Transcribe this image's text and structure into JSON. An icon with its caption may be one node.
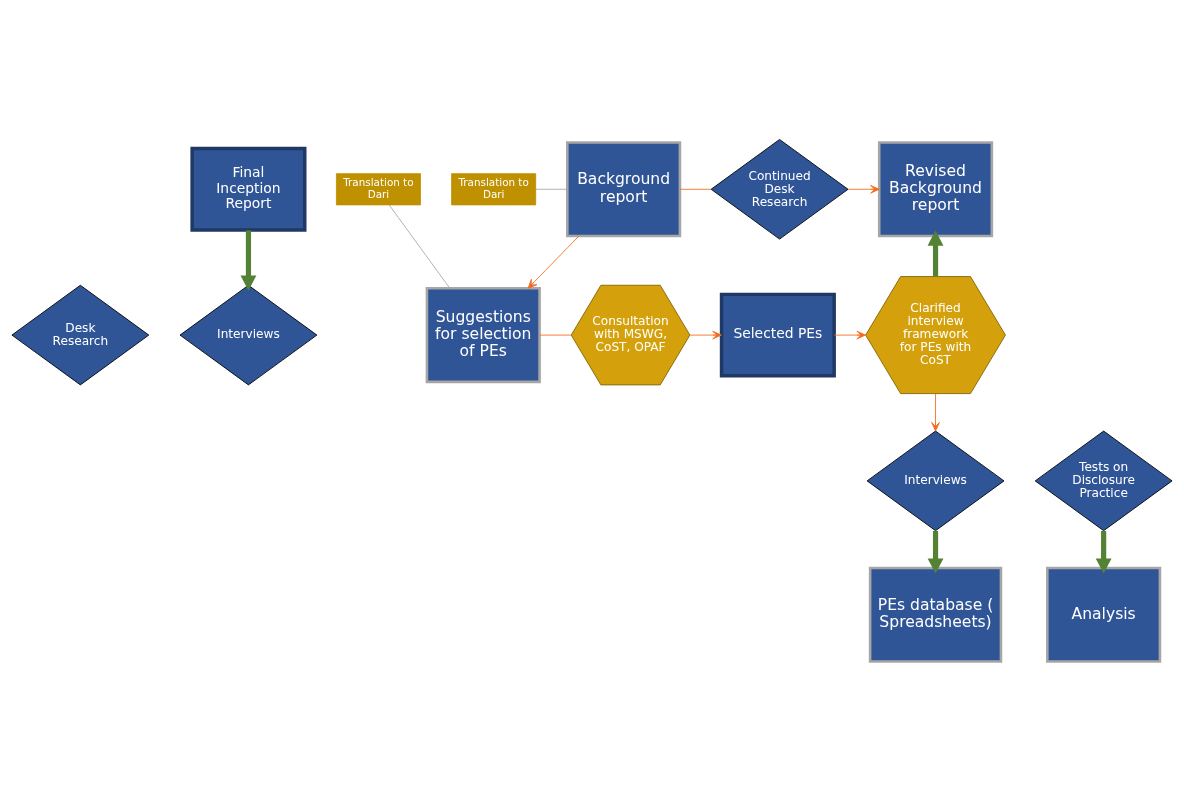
{
  "diagram": {
    "nodes": [
      {
        "text": [
          "Desk Research"
        ]
      },
      {
        "text": [
          "Interviews"
        ]
      },
      {
        "text": [
          "Final Inception Report"
        ]
      },
      {
        "text": [
          "Background report"
        ]
      },
      {
        "text": [
          "Translation to Dari"
        ]
      },
      {
        "text": [
          "Continued Desk Research"
        ]
      },
      {
        "text": [
          "Revised Background report"
        ]
      },
      {
        "text": [
          "Suggestions for selection of PEs"
        ]
      },
      {
        "text": [
          "Translation to Dari"
        ]
      },
      {
        "text": [
          "Consultation with MSWG, CoST, OPAF"
        ]
      },
      {
        "text": [
          "Selected PEs"
        ]
      },
      {
        "text": [
          "Clarified interview framework for PEs with CoST"
        ]
      },
      {
        "text": [
          "Tests on Disclosure Practice"
        ]
      },
      {
        "text": [
          "Interviews"
        ]
      },
      {
        "text": [
          "Analysis"
        ]
      },
      {
        "text": [
          "PEs database ( Spreadsheets)"
        ]
      }
    ],
    "edges": [
      {
        "from": 2,
        "to": 1,
        "arrow": "to",
        "style": "thick",
        "color": "#548235"
      },
      {
        "from": 4,
        "to": 3,
        "arrow": "none",
        "color": "#a6a6a6"
      },
      {
        "from": 3,
        "to": 5,
        "arrow": "none"
      },
      {
        "from": 5,
        "to": 6,
        "arrow": "to"
      },
      {
        "from": 3,
        "to": 7,
        "arrow": "to"
      },
      {
        "from": 8,
        "to": 7,
        "arrow": "none",
        "color": "#a6a6a6"
      },
      {
        "from": 7,
        "to": 9,
        "arrow": "none"
      },
      {
        "from": 9,
        "to": 10,
        "arrow": "to"
      },
      {
        "from": 10,
        "to": 11,
        "arrow": "to"
      },
      {
        "from": 11,
        "to": 6,
        "arrow": "to",
        "style": "thick",
        "color": "#548235"
      },
      {
        "from": 11,
        "to": 13,
        "arrow": "to"
      },
      {
        "from": 12,
        "to": 14,
        "arrow": "to",
        "style": "thick",
        "color": "#548235"
      },
      {
        "from": 13,
        "to": 15,
        "arrow": "to",
        "style": "thick",
        "color": "#548235"
      }
    ]
  }
}
